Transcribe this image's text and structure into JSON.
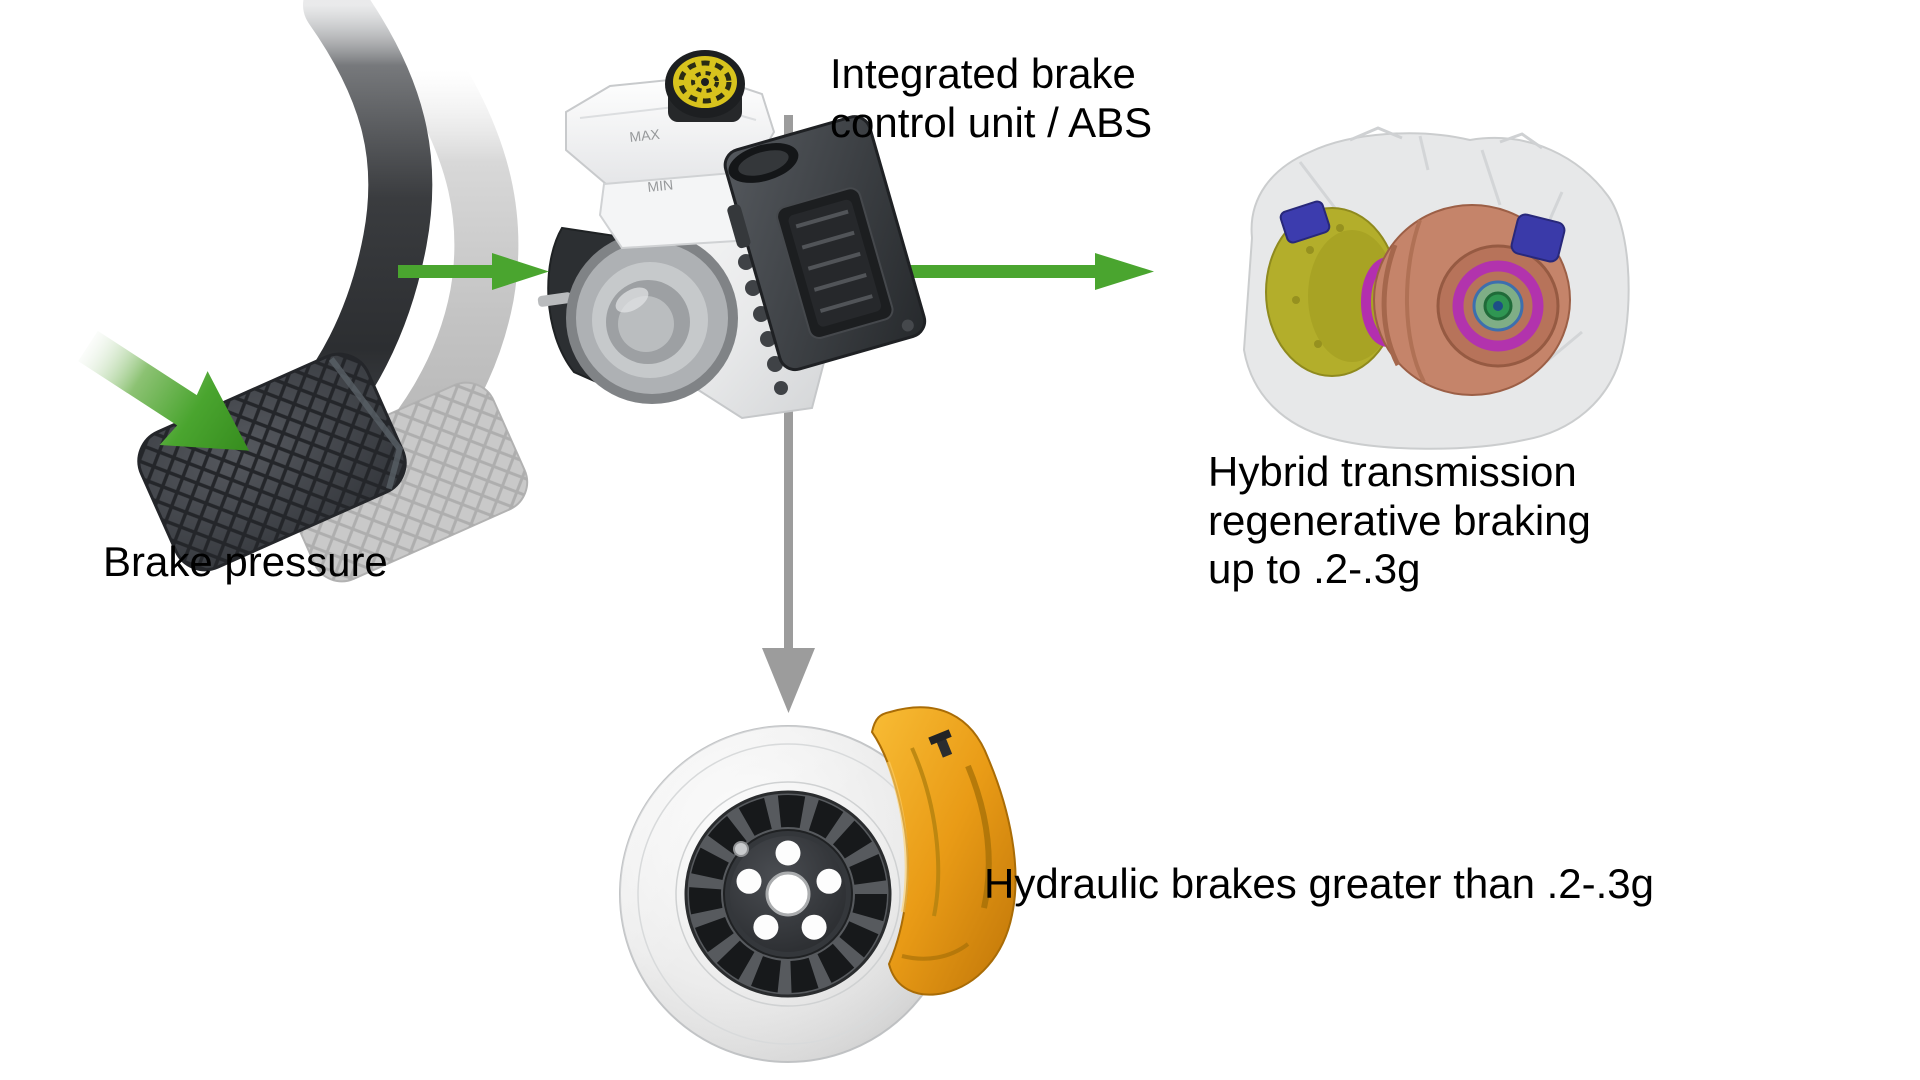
{
  "diagram": {
    "labels": {
      "brake_pressure": "Brake pressure",
      "abs_unit": "Integrated brake\ncontrol unit / ABS",
      "hybrid_transmission": "Hybrid transmission\nregenerative braking\nup to .2-.3g",
      "hydraulic_brakes": "Hydraulic brakes greater than .2-.3g"
    },
    "reservoir_markings": {
      "max": "MAX",
      "min": "MIN"
    },
    "arrows": [
      {
        "name": "brake-pressure-arrow",
        "style": "green-gradient",
        "direction": "down-right",
        "points_to": "brake pedal"
      },
      {
        "name": "pedal-to-abs-arrow",
        "style": "green",
        "direction": "right",
        "from": "brake pedal",
        "to": "integrated brake control unit / ABS"
      },
      {
        "name": "abs-to-transmission-arrow",
        "style": "green",
        "direction": "right",
        "from": "integrated brake control unit / ABS",
        "to": "hybrid transmission"
      },
      {
        "name": "abs-to-brakes-arrow",
        "style": "gray",
        "direction": "down",
        "from": "integrated brake control unit / ABS",
        "to": "hydraulic brakes"
      }
    ],
    "colors": {
      "background": "#ffffff",
      "text": "#000000",
      "arrow_green": "#4aa52f",
      "arrow_gray": "#9c9c9c",
      "caliper_orange": "#e89b16",
      "reservoir_cap_yellow": "#d8c31d",
      "transmission_motor_yellow": "#b3ae2b",
      "transmission_motor_copper": "#c5846a",
      "transmission_ring_magenta": "#b233ad",
      "transmission_connector_blue": "#3c3cae"
    }
  }
}
